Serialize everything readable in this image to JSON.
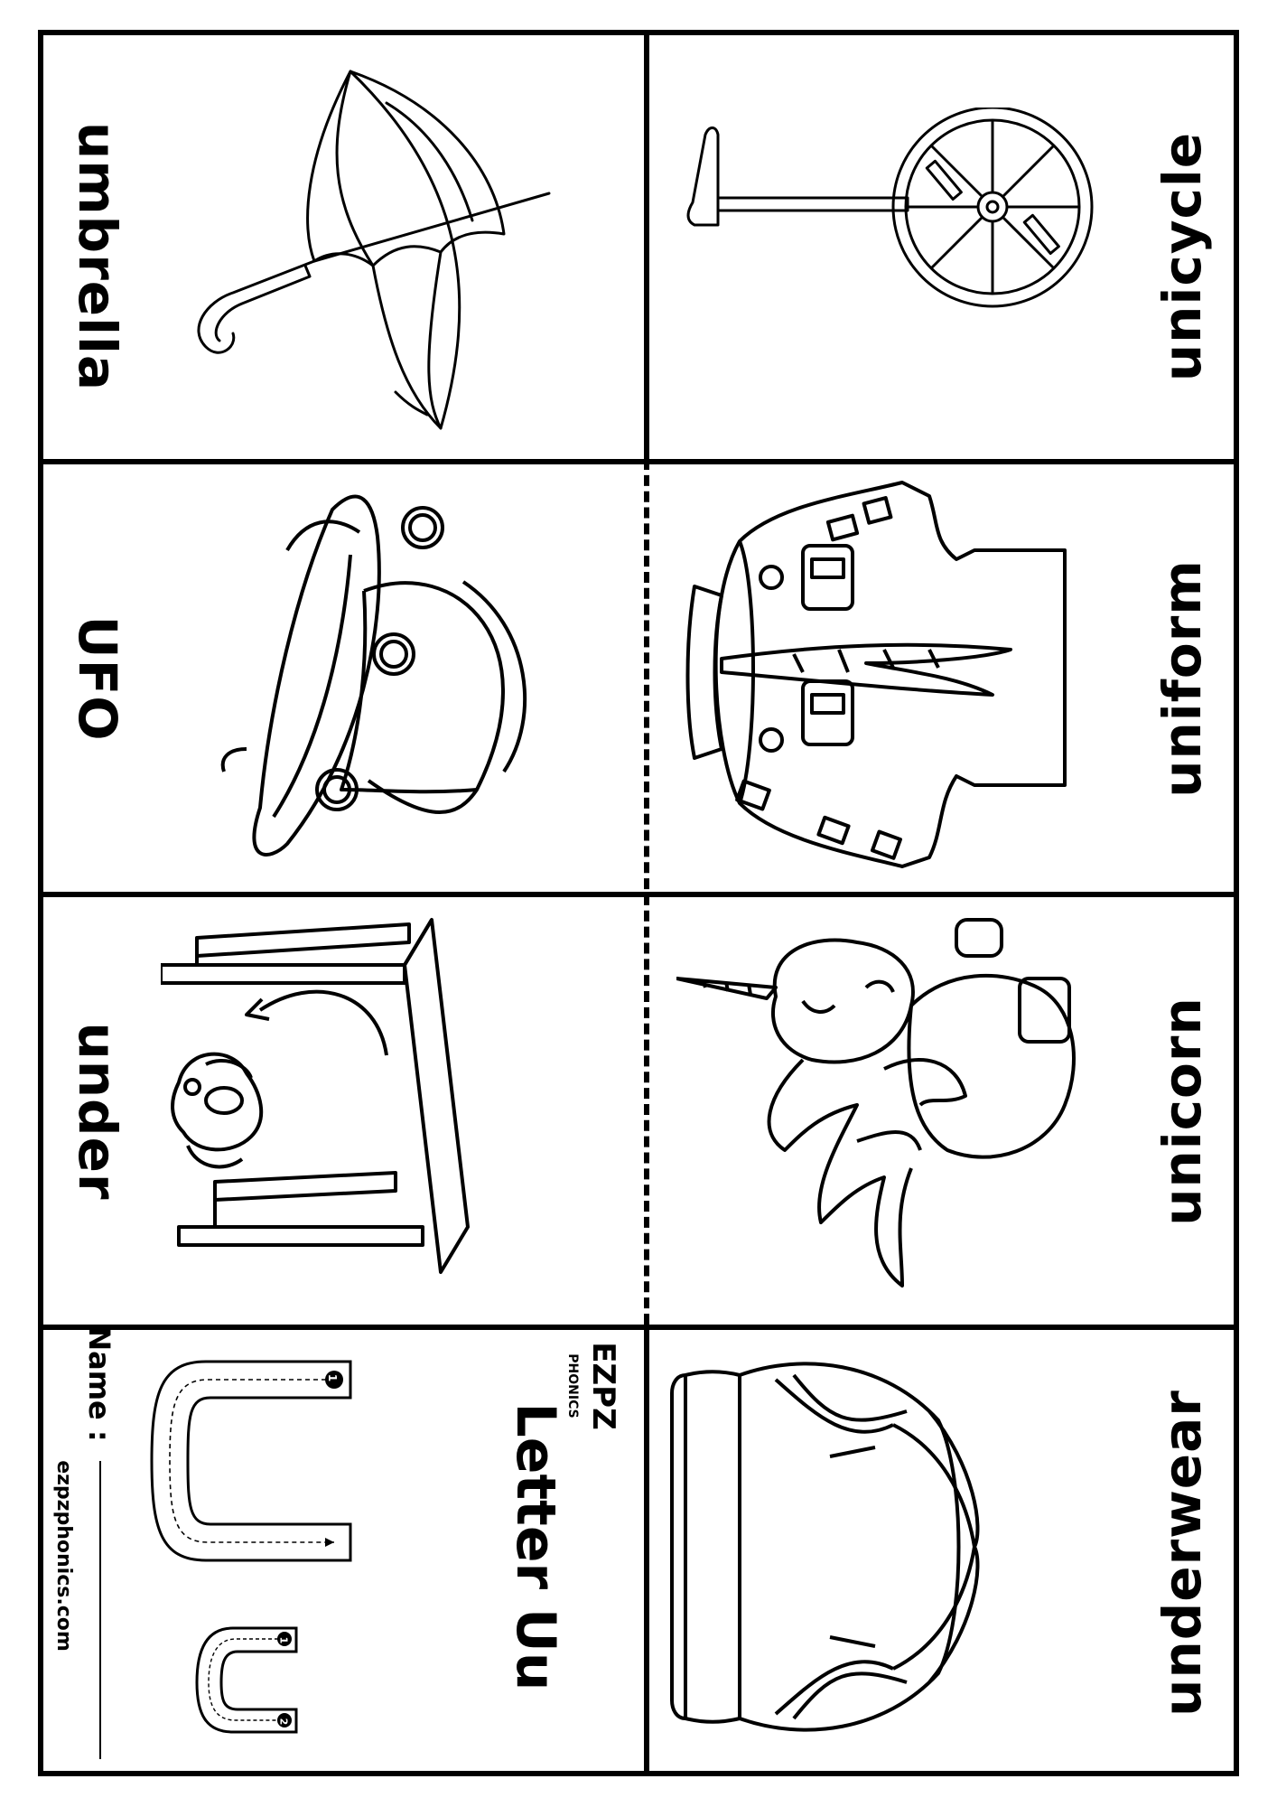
{
  "cards": {
    "umbrella": "umbrella",
    "ufo": "UFO",
    "under": "under",
    "unicycle": "unicycle",
    "uniform": "uniform",
    "unicorn": "unicorn",
    "underwear": "underwear"
  },
  "cover": {
    "title": "Letter Uu",
    "name_label": "Name :",
    "website": "ezpzphonics.com",
    "logo_top": "EZPZ",
    "logo_bottom": "PHONICS",
    "stroke_1": "1",
    "stroke_2": "2"
  }
}
